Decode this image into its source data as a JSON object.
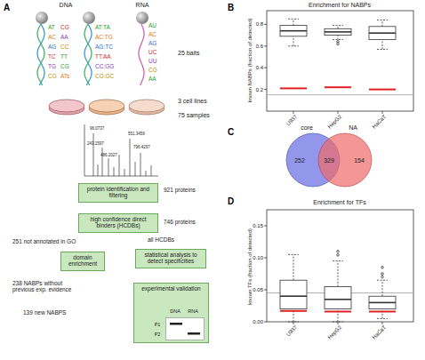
{
  "diagram": {
    "nodes": [
      {
        "text": [
          "protein identification and filtering"
        ]
      },
      {
        "text": [
          "high confidence direct binders (HCDBs)"
        ]
      },
      {
        "text": [
          "domain enrichment"
        ]
      },
      {
        "text": [
          "statistical analysis to detect specificities"
        ]
      },
      {
        "text": [
          "experimental validation"
        ]
      }
    ],
    "labels": [
      "A",
      "DNA",
      "RNA",
      "AT",
      "AC",
      "AG",
      "TC",
      "TG",
      "CG",
      "CG",
      "AA",
      "CC",
      "TT",
      "CG",
      "ATs",
      "AT:TA",
      "AC:TG",
      "AG:TC",
      "TT:AA",
      "CC:GG",
      "CG:GC",
      "AU",
      "AC",
      "AG",
      "UC",
      "UU",
      "CG",
      "AA",
      "25 baits",
      "3 cell lines",
      "75 samples",
      "96.0737",
      "243.1597",
      "551.3459",
      "486.2027",
      "796.4297",
      "921 proteins",
      "746 proteins",
      "251 not annotated in GO",
      "all HCDBs",
      "238 NABPs without previous exp. evidence",
      "139 new NABPS",
      "DNA",
      "RNA",
      "P1",
      "P2",
      "B",
      "Enrichment for NABPs",
      "known NABPs (fraction of detected)",
      "0.2",
      "0.4",
      "0.6",
      "0.8",
      "U937",
      "HepG2",
      "HaCaT",
      "C",
      "core",
      "NA",
      "252",
      "329",
      "154",
      "D",
      "Enrichment for TFs",
      "known TFs (fraction of detected)",
      "0.00",
      "0.05",
      "0.10",
      "0.15",
      "U937",
      "HepG2",
      "HaCaT"
    ]
  }
}
